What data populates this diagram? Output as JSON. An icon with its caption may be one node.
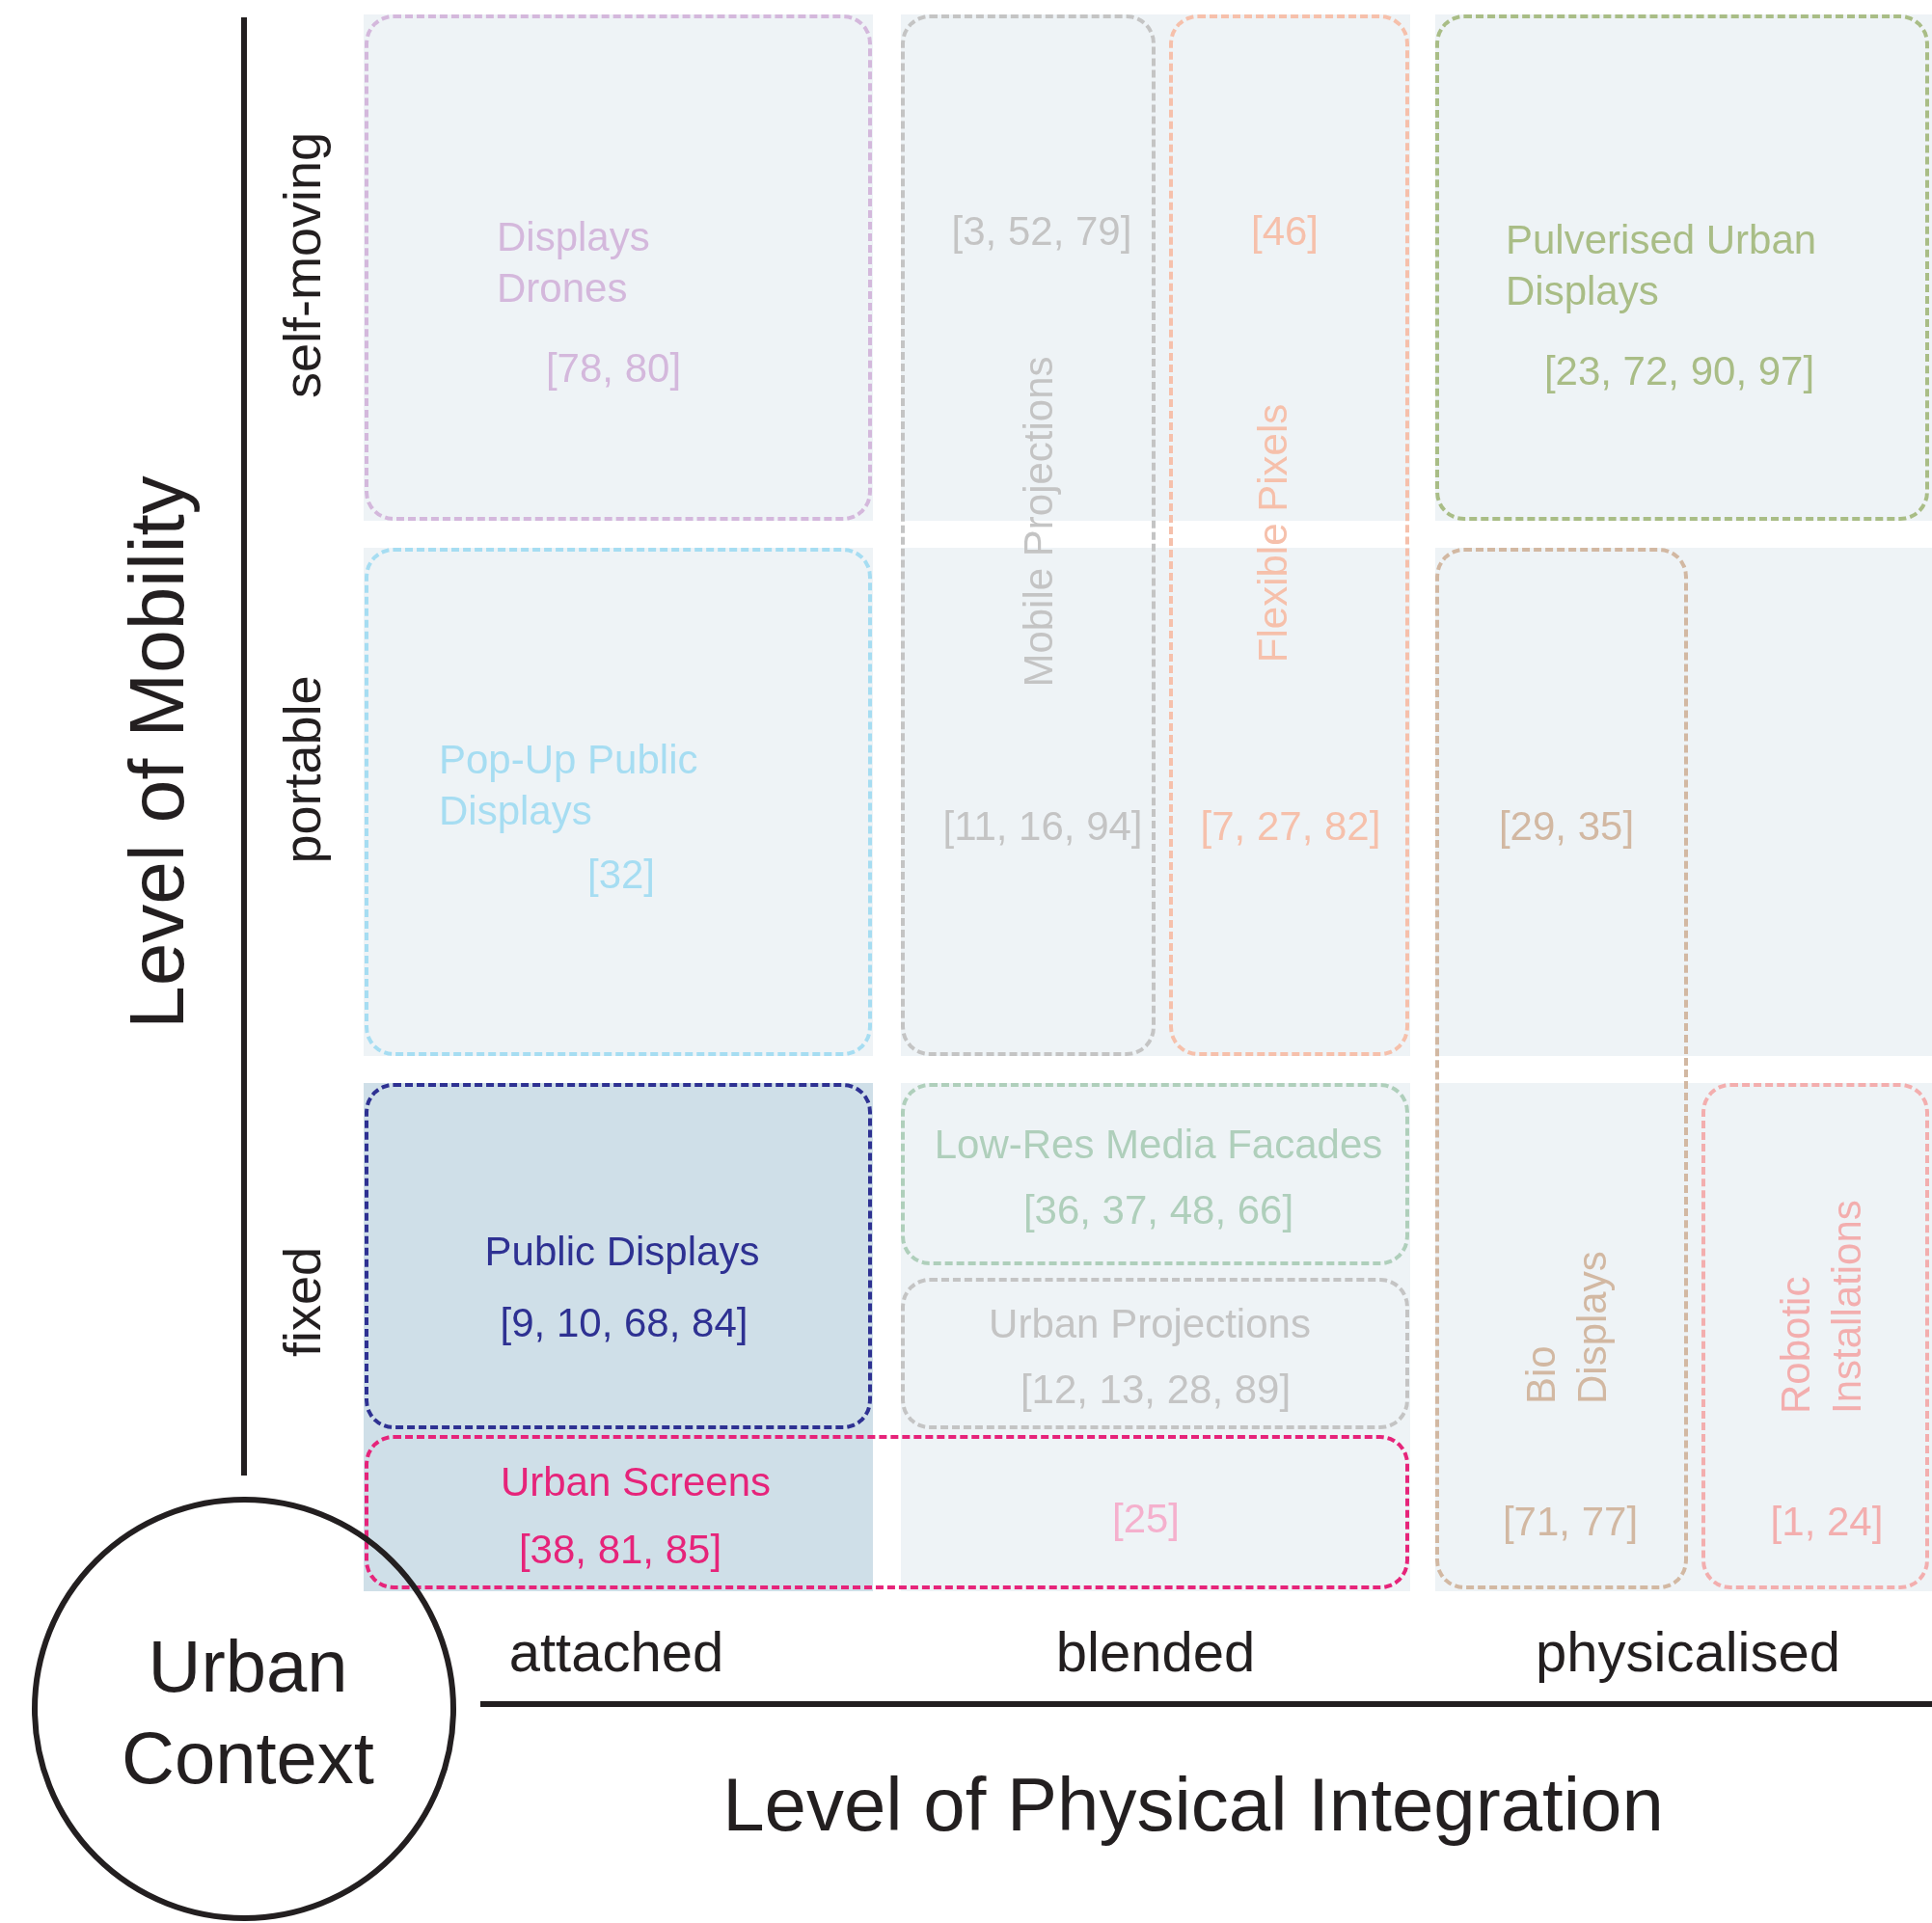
{
  "diagram": {
    "nodes": [
      {
        "text": [
          "Displays Drones",
          "[78, 80]"
        ]
      },
      {
        "text": [
          "[3, 52, 79]",
          "Mobile Projections",
          "[11, 16, 94]"
        ]
      },
      {
        "text": [
          "[46]",
          "Flexible Pixels",
          "[7, 27, 82]"
        ]
      },
      {
        "text": [
          "Pulverised Urban Displays",
          "[23, 72, 90, 97]"
        ]
      },
      {
        "text": [
          "Pop-Up Public Displays",
          "[32]"
        ]
      },
      {
        "text": [
          "[29, 35]",
          "Bio Displays",
          "[71, 77]"
        ]
      },
      {
        "text": [
          "Public Displays",
          "[9, 10, 68, 84]"
        ]
      },
      {
        "text": [
          "Low-Res Media Facades",
          "[36, 37, 48, 66]"
        ]
      },
      {
        "text": [
          "Urban Projections",
          "[12, 13, 28, 89]"
        ]
      },
      {
        "text": [
          "Robotic Installations",
          "[1, 24]"
        ]
      },
      {
        "text": [
          "Urban Screens",
          "[38, 81, 85]",
          "[25]"
        ]
      },
      {
        "text": [
          "Urban Context"
        ]
      }
    ],
    "labels": [
      "Level of Mobility",
      "self-moving",
      "portable",
      "fixed",
      "attached",
      "blended",
      "physicalised",
      "Level of Physical Integration"
    ]
  }
}
